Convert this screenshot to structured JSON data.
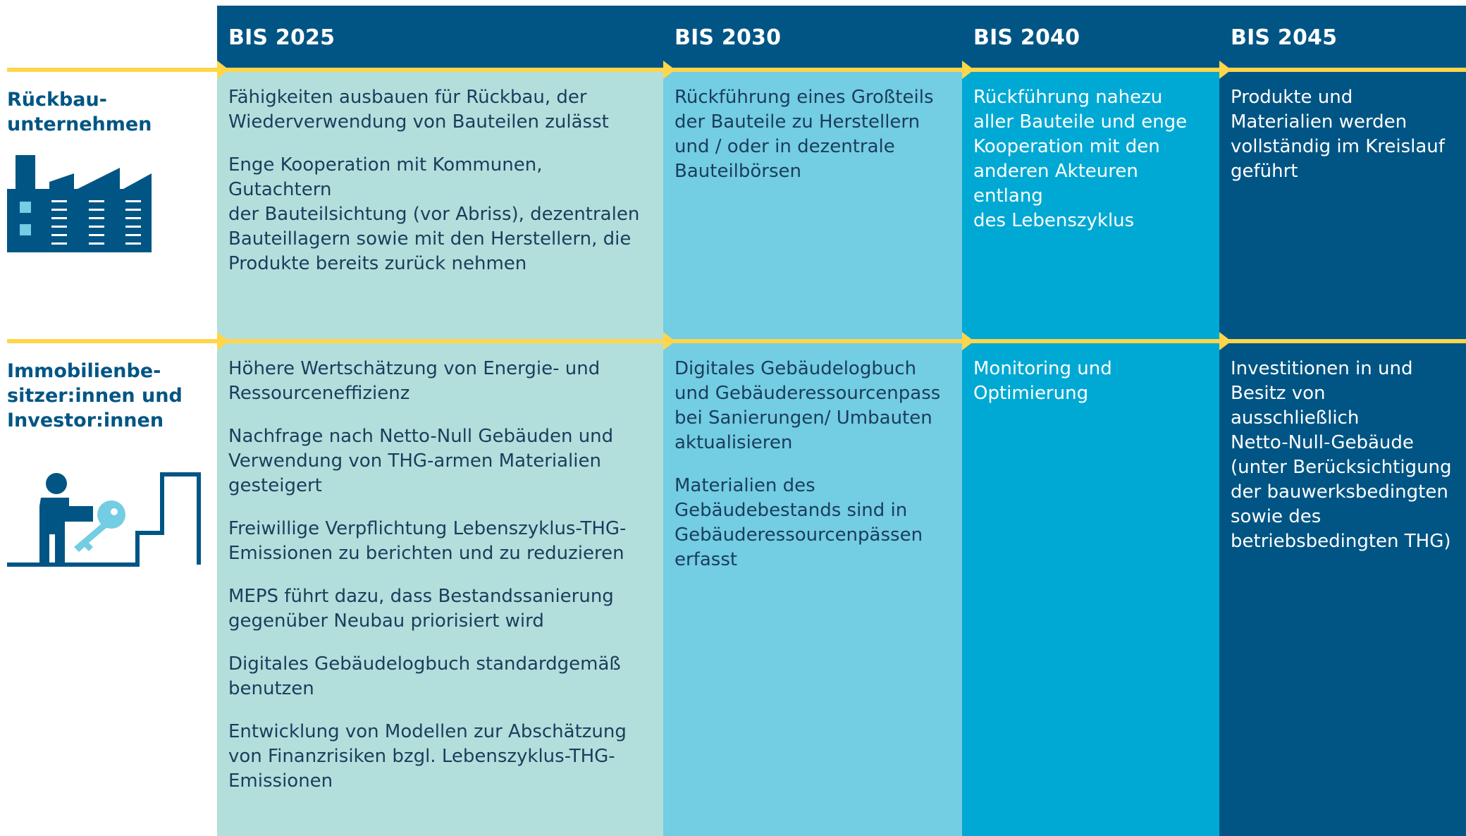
{
  "colors": {
    "header": "#005584",
    "accent": "#ffd64a",
    "col_2025": "#b2dfdc",
    "col_2030": "#73cde3",
    "col_2040": "#00a9d3",
    "col_2045": "#005584",
    "row_title": "#005584"
  },
  "columns": [
    {
      "label": "BIS 2025"
    },
    {
      "label": "BIS 2030"
    },
    {
      "label": "BIS 2040"
    },
    {
      "label": "BIS 2045"
    }
  ],
  "rows": [
    {
      "title": "Rückbau-\nunternehmen",
      "icon": "factory-icon",
      "cells": [
        [
          "Fähigkeiten ausbauen für Rückbau, der\nWiederverwendung von Bauteilen zulässt",
          "Enge Kooperation mit Kommunen, Gutachtern\nder Bauteilsichtung (vor Abriss), dezentralen\nBauteillagern sowie mit den Herstellern, die\nProdukte bereits zurück nehmen"
        ],
        [
          "Rückführung eines Großteils\nder Bauteile zu Herstellern\nund / oder in dezentrale\nBauteilbörsen"
        ],
        [
          "Rückführung nahezu\naller Bauteile und enge\nKooperation mit den\nanderen Akteuren entlang\ndes Lebenszyklus"
        ],
        [
          "Produkte und\nMaterialien werden\nvollständig im Kreislauf\ngeführt"
        ]
      ]
    },
    {
      "title": "Immobilienbe-\nsitzer:innen und\nInvestor:innen",
      "icon": "person-key-stairs-icon",
      "cells": [
        [
          "Höhere Wertschätzung von Energie- und\nRessourceneffizienz",
          "Nachfrage nach Netto-Null Gebäuden und\nVerwendung von THG-armen Materialien\ngesteigert",
          "Freiwillige Verpflichtung Lebenszyklus-THG-\nEmissionen zu berichten und zu reduzieren",
          "MEPS führt dazu, dass Bestandssanierung\ngegenüber Neubau priorisiert wird",
          "Digitales Gebäudelogbuch standardgemäß\nbenutzen",
          "Entwicklung von Modellen zur Abschätzung\nvon Finanzrisiken bzgl. Lebenszyklus-THG-\nEmissionen"
        ],
        [
          "Digitales Gebäudelogbuch\nund Gebäuderessourcenpass\nbei Sanierungen/ Umbauten\naktualisieren",
          "Materialien des\nGebäudebestands sind in\nGebäuderessourcenpässen\nerfasst"
        ],
        [
          "Monitoring und\nOptimierung"
        ],
        [
          "Investitionen in und\nBesitz von ausschließlich\nNetto-Null-Gebäude\n(unter Berücksichtigung\nder bauwerksbedingten\nsowie des\nbetriebsbedingten THG)"
        ]
      ]
    }
  ]
}
